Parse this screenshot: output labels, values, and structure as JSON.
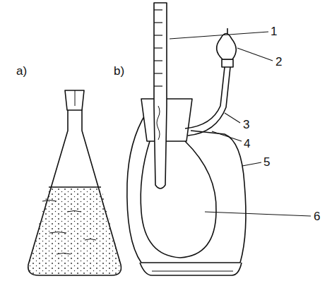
{
  "diagram": {
    "labels": [
      "a)",
      "b)",
      "1",
      "2",
      "3",
      "4",
      "5",
      "6"
    ]
  }
}
